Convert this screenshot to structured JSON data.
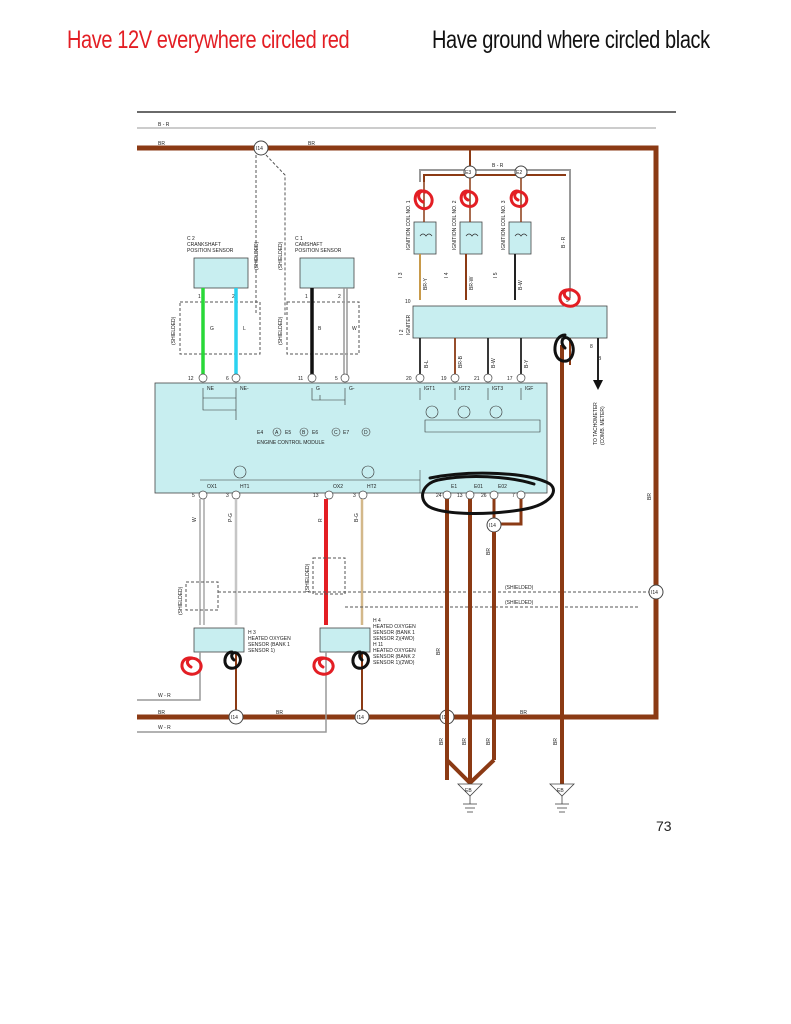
{
  "notes": {
    "red": "Have 12V everywhere circled red",
    "black": "Have ground where circled black"
  },
  "page_number": "73",
  "components": {
    "crankshaft": {
      "id": "C 2",
      "name1": "CRANKSHAFT",
      "name2": "POSITION SENSOR",
      "pin1": "1",
      "pin2": "2",
      "wire1": "G",
      "wire2": "L"
    },
    "camshaft": {
      "id": "C 1",
      "name1": "CAMSHAFT",
      "name2": "POSITION SENSOR",
      "pin1": "1",
      "pin2": "2",
      "wire1": "B",
      "wire2": "W"
    },
    "coil1": {
      "id": "I 3",
      "name": "IGNITION COIL NO. 1",
      "wire_out": "BR-Y"
    },
    "coil2": {
      "id": "I 4",
      "name": "IGNITION COIL NO. 2",
      "wire_out": "BR-W"
    },
    "coil3": {
      "id": "I 5",
      "name": "IGNITION COIL NO. 3",
      "wire_out": "B-W"
    },
    "igniter": {
      "id": "I 2",
      "name": "IGNITER",
      "pin_in": "9",
      "pin_out": "8",
      "pin_num": "10"
    },
    "ecm": {
      "title": "ENGINE CONTROL MODULE",
      "connectors": [
        "E4",
        "A",
        "E5",
        "B",
        "E6",
        "C",
        "E7",
        "D"
      ]
    },
    "o2_1": {
      "id": "H 3",
      "line1": "HEATED OXYGEN",
      "line2": "SENSOR (BANK 1",
      "line3": "SENSOR 1)"
    },
    "o2_2": {
      "id": "H 4",
      "line1": "HEATED OXYGEN",
      "line2": "SENSOR (BANK 1",
      "line3": "SENSOR 2)(4WD)",
      "line4": "H 11",
      "line5": "HEATED OXYGEN",
      "line6": "SENSOR (BANK 2",
      "line7": "SENSOR 1)(2WD)"
    }
  },
  "ecm_pins_top": [
    {
      "num": "12",
      "conn": "B",
      "name": "NE"
    },
    {
      "num": "6",
      "conn": "B",
      "name": "NE-"
    },
    {
      "num": "11",
      "conn": "B",
      "name": "G"
    },
    {
      "num": "5",
      "conn": "B",
      "name": "G-"
    },
    {
      "num": "20",
      "conn": "B",
      "name": "IGT1"
    },
    {
      "num": "19",
      "conn": "B",
      "name": "IGT2"
    },
    {
      "num": "21",
      "conn": "B",
      "name": "IGT3"
    },
    {
      "num": "17",
      "conn": "B",
      "name": "IGF"
    }
  ],
  "ecm_pins_bottom": [
    {
      "num": "5",
      "conn": "C",
      "name": "OX1"
    },
    {
      "num": "3",
      "conn": "B",
      "name": "HT1"
    },
    {
      "num": "13",
      "conn": "C",
      "name": "OX2"
    },
    {
      "num": "3",
      "conn": "B",
      "name": "HT2"
    },
    {
      "num": "24",
      "conn": "D",
      "name": "E1"
    },
    {
      "num": "13",
      "conn": "D",
      "name": "E01"
    },
    {
      "num": "26",
      "conn": "D",
      "name": "E02"
    },
    {
      "num": "7",
      "conn": "D",
      "name": ""
    }
  ],
  "wire_labels": {
    "top_br_r": "B - R",
    "top_br": "BR",
    "br_r_coil": "B - R",
    "igniter_out1": "B-L",
    "igniter_out2": "BR-B",
    "igniter_out3": "B-W",
    "igniter_out4": "B-Y",
    "igf_to": "B",
    "tacho": "TO TACHOMETER",
    "tacho2": "(COMB. METER)",
    "shielded": "(SHIELDED)",
    "p_g": "P-G",
    "b_g": "B-G",
    "r": "R",
    "w": "W",
    "w_r": "W - R",
    "br": "BR",
    "ground1": "EB",
    "ground2": "EB",
    "junction": "I14",
    "ground_pin1": "E3",
    "ground_pin2": "E2"
  }
}
